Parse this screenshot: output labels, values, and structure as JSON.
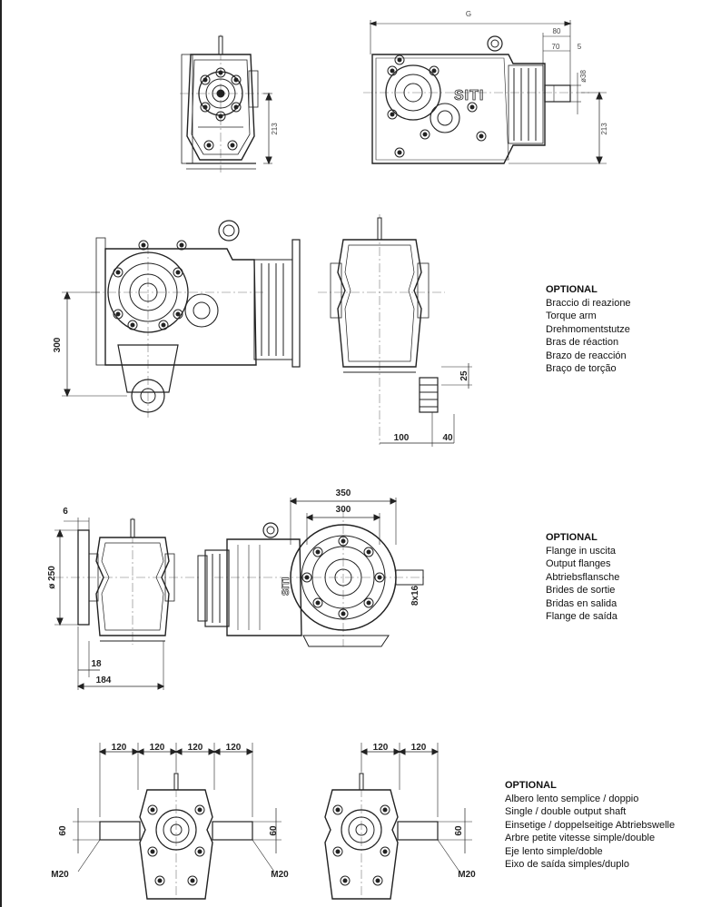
{
  "dimensions": {
    "top": {
      "G": "G",
      "d80": "80",
      "d70": "70",
      "d5": "5",
      "d38": "ø38",
      "h213_left": "213",
      "h213_right": "213"
    },
    "torque": {
      "d300": "300",
      "d25": "25",
      "d100": "100",
      "d40": "40"
    },
    "flange": {
      "d6": "6",
      "d250": "ø 250",
      "d18": "18",
      "d184": "184",
      "d350": "350",
      "d300": "300",
      "d8x16": "8x16"
    },
    "shaft": {
      "d120a": "120",
      "d120b": "120",
      "d120c": "120",
      "d120d": "120",
      "d120e": "120",
      "d120f": "120",
      "d60a": "60",
      "d60b": "60",
      "d60c": "60",
      "m20a": "M20",
      "m20b": "M20",
      "m20c": "M20"
    }
  },
  "brand": "SITI",
  "legends": [
    {
      "title": "OPTIONAL",
      "lines": [
        "Braccio di reazione",
        "Torque arm",
        "Drehmomentstutze",
        "Bras de réaction",
        "Brazo de reacción",
        "Braço de torção"
      ]
    },
    {
      "title": "OPTIONAL",
      "lines": [
        "Flange in uscita",
        "Output flanges",
        "Abtriebsflansche",
        "Brides de sortie",
        "Bridas en salida",
        "Flange de saída"
      ]
    },
    {
      "title": "OPTIONAL",
      "lines": [
        "Albero lento semplice / doppio",
        "Single / double output shaft",
        "Einsetige / doppelseitige Abtriebswelle",
        "Arbre petite vitesse simple/double",
        "Eje lento simple/doble",
        "Eixo de saída simples/duplo"
      ]
    }
  ]
}
